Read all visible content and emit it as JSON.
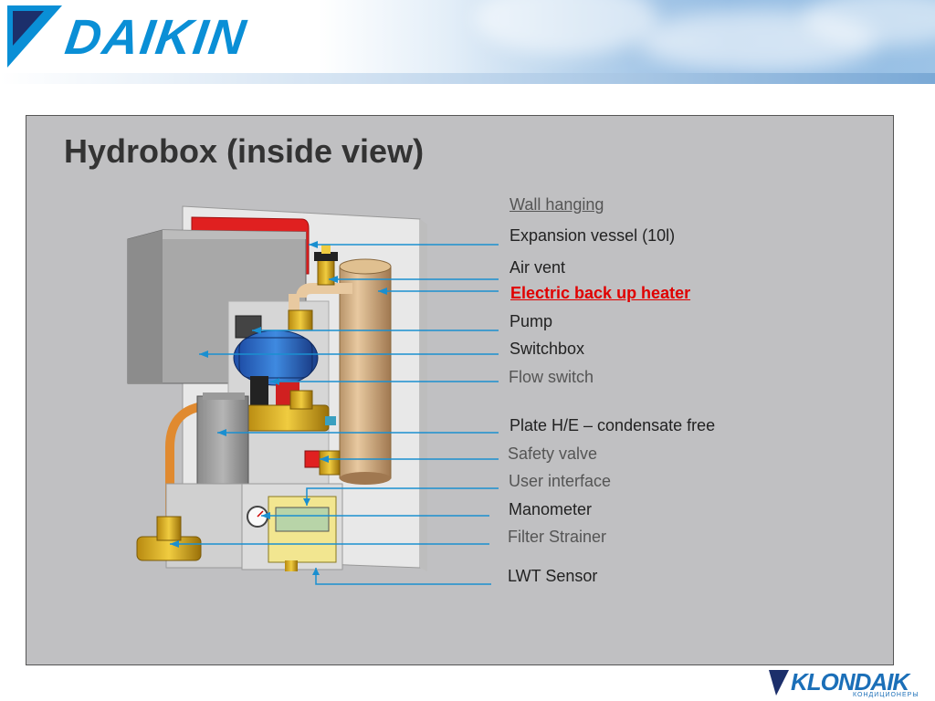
{
  "header": {
    "brand": "DAIKIN"
  },
  "title": "Hydrobox (inside view)",
  "labels": [
    {
      "id": "wall",
      "text": "Wall hanging"
    },
    {
      "id": "expansion",
      "text": "Expansion vessel (10l)"
    },
    {
      "id": "airvent",
      "text": "Air vent"
    },
    {
      "id": "heater",
      "text": "Electric back up heater"
    },
    {
      "id": "pump",
      "text": "Pump"
    },
    {
      "id": "switchbox",
      "text": "Switchbox"
    },
    {
      "id": "flowswitch",
      "text": "Flow switch"
    },
    {
      "id": "plate",
      "text": "Plate H/E – condensate free"
    },
    {
      "id": "safety",
      "text": "Safety valve"
    },
    {
      "id": "ui",
      "text": "User interface"
    },
    {
      "id": "manometer",
      "text": "Manometer"
    },
    {
      "id": "filter",
      "text": "Filter Strainer"
    },
    {
      "id": "lwt",
      "text": "LWT Sensor"
    }
  ],
  "footer": {
    "logo_main": "KLONDAIK",
    "logo_sub": "КОНДИЦИОНЕРЫ"
  },
  "colors": {
    "brand_blue": "#0a8fd6",
    "panel_bg": "#c0c0c2",
    "callout_line": "#1a8fd0",
    "heater_red": "#e00000"
  }
}
